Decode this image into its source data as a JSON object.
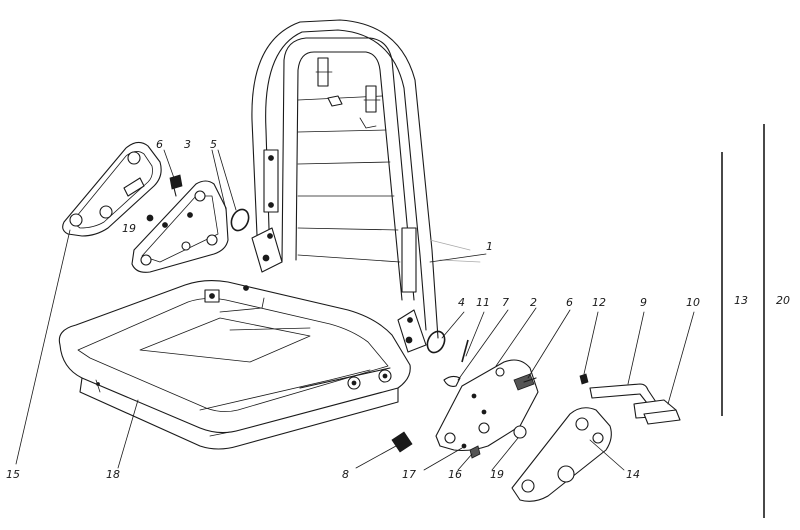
{
  "callouts": [
    {
      "id": "c1",
      "text": "1"
    },
    {
      "id": "c2",
      "text": "2"
    },
    {
      "id": "c3",
      "text": "3"
    },
    {
      "id": "c4",
      "text": "4"
    },
    {
      "id": "c5",
      "text": "5"
    },
    {
      "id": "c6a",
      "text": "6"
    },
    {
      "id": "c6b",
      "text": "6"
    },
    {
      "id": "c7",
      "text": "7"
    },
    {
      "id": "c8",
      "text": "8"
    },
    {
      "id": "c9",
      "text": "9"
    },
    {
      "id": "c10",
      "text": "10"
    },
    {
      "id": "c11",
      "text": "11"
    },
    {
      "id": "c12",
      "text": "12"
    },
    {
      "id": "c13",
      "text": "13"
    },
    {
      "id": "c14",
      "text": "14"
    },
    {
      "id": "c15",
      "text": "15"
    },
    {
      "id": "c16",
      "text": "16"
    },
    {
      "id": "c17",
      "text": "17"
    },
    {
      "id": "c18",
      "text": "18"
    },
    {
      "id": "c19a",
      "text": "19"
    },
    {
      "id": "c19b",
      "text": "19"
    },
    {
      "id": "c20",
      "text": "20"
    }
  ]
}
